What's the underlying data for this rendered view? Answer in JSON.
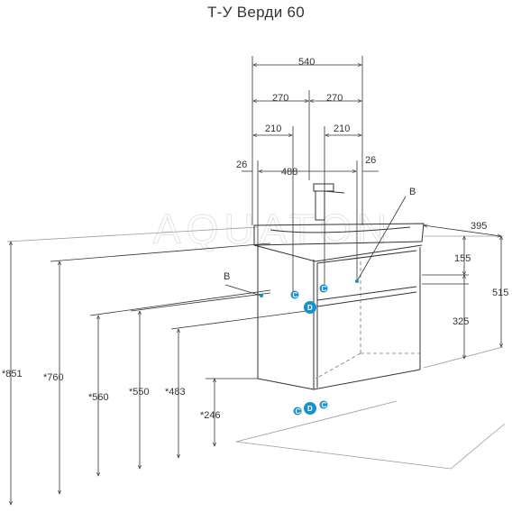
{
  "title": "Т-У Верди 60",
  "watermark": "AQUATON",
  "dimensions": {
    "total_width": "540",
    "half_left": "270",
    "half_right": "270",
    "offset_left": "210",
    "offset_right": "210",
    "inner_width": "488",
    "side_left": "26",
    "side_right": "26",
    "depth": "395",
    "drawer_top": "155",
    "drawer_bottom": "325",
    "cabinet_height": "515",
    "h_851": "*851",
    "h_760": "*760",
    "h_560": "*560",
    "h_550": "*550",
    "h_483": "*483",
    "h_246": "*246"
  },
  "labels": {
    "b_left": "B",
    "b_top": "B"
  },
  "badges": {
    "connection_c": "C",
    "drain_d": "D"
  },
  "colors": {
    "line": "#333333",
    "light_line": "#9a9a9a",
    "accent": "#1a8fc9"
  }
}
